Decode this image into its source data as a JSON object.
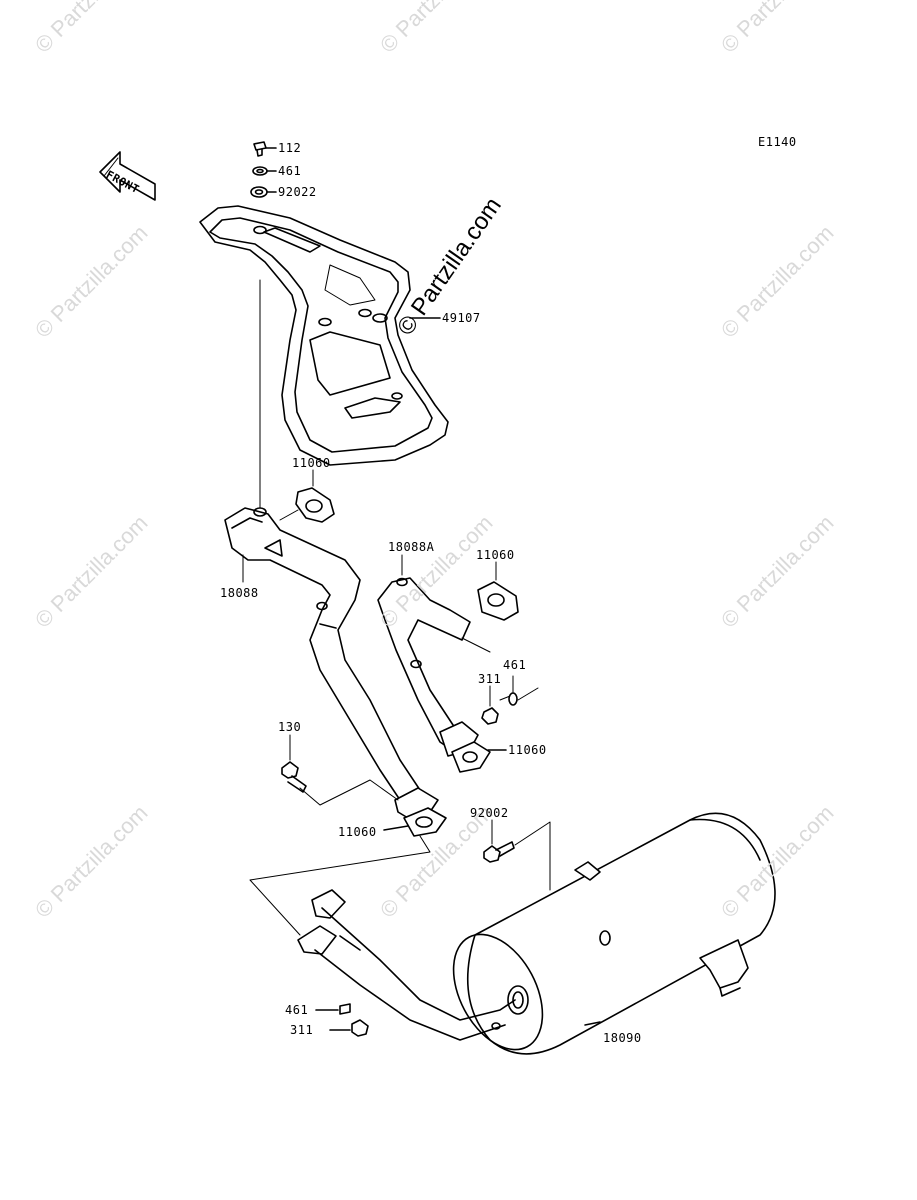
{
  "diagram_code": "E1140",
  "front_label": "FRONT",
  "watermark_text": "© Partzilla.com",
  "main_watermark_text": "© Partzilla.com",
  "parts": [
    {
      "id": "p112",
      "label": "112"
    },
    {
      "id": "p461a",
      "label": "461"
    },
    {
      "id": "p92022",
      "label": "92022"
    },
    {
      "id": "p49107",
      "label": "49107"
    },
    {
      "id": "p11060a",
      "label": "11060"
    },
    {
      "id": "p18088",
      "label": "18088"
    },
    {
      "id": "p18088A",
      "label": "18088A"
    },
    {
      "id": "p11060b",
      "label": "11060"
    },
    {
      "id": "p311a",
      "label": "311"
    },
    {
      "id": "p461b",
      "label": "461"
    },
    {
      "id": "p11060c",
      "label": "11060"
    },
    {
      "id": "p130",
      "label": "130"
    },
    {
      "id": "p11060d",
      "label": "11060"
    },
    {
      "id": "p92002",
      "label": "92002"
    },
    {
      "id": "p461c",
      "label": "461"
    },
    {
      "id": "p311b",
      "label": "311"
    },
    {
      "id": "p18090",
      "label": "18090"
    }
  ],
  "colors": {
    "line": "#000000",
    "watermark": "#d9d9d9"
  }
}
